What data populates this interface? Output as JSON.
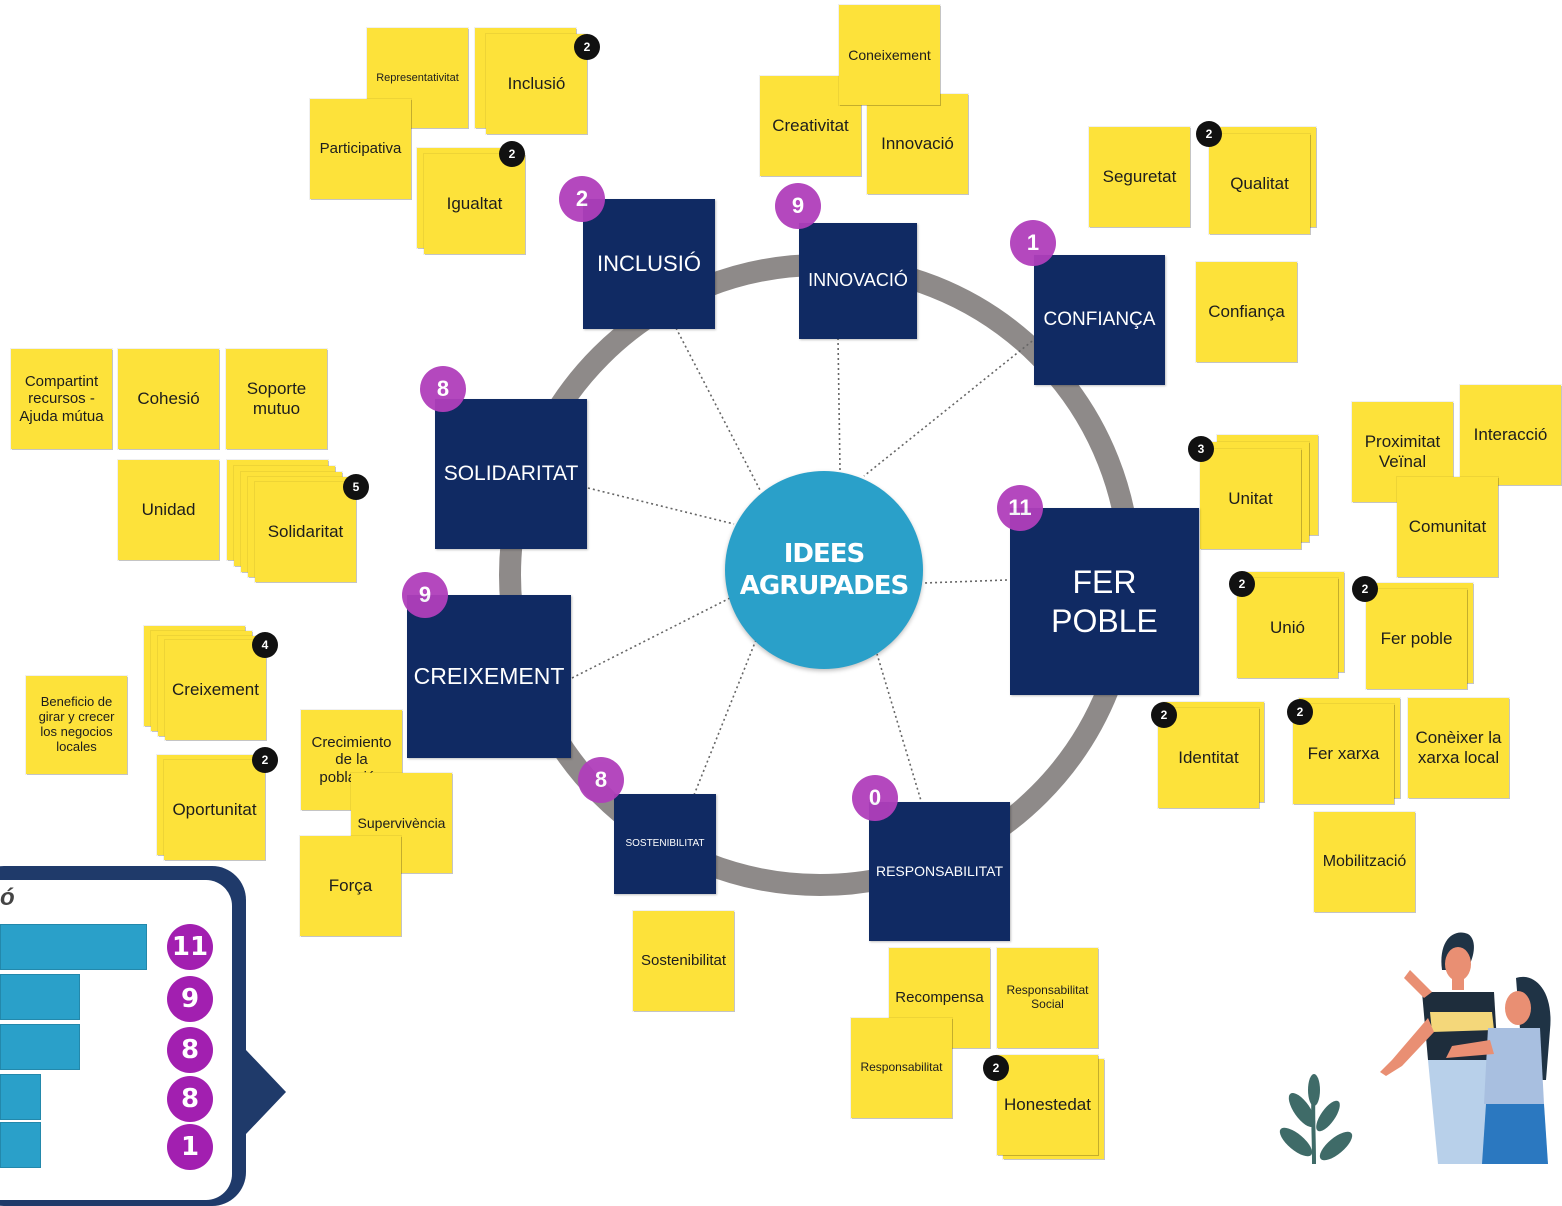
{
  "center": {
    "label": "IDEES\nAGRUPADES"
  },
  "colors": {
    "note": "#fde23a",
    "category": "#102a63",
    "count_badge": "#b03fbb",
    "center": "#2aa0c9",
    "ring": "#8e8a89",
    "panel": "#1f3a6a",
    "rank_bar": "#2aa0c9",
    "rank_badge": "#a21fb0"
  },
  "categories": [
    {
      "label": "INCLUSIÓ",
      "count": "2"
    },
    {
      "label": "INNOVACIÓ",
      "count": "9"
    },
    {
      "label": "CONFIANÇA",
      "count": "1"
    },
    {
      "label": "SOLIDARITAT",
      "count": "8"
    },
    {
      "label": "FER\nPOBLE",
      "count": "11"
    },
    {
      "label": "CREIXEMENT",
      "count": "9"
    },
    {
      "label": "SOSTENIBILITAT",
      "count": "8"
    },
    {
      "label": "RESPONSABILITAT",
      "count": "0"
    }
  ],
  "notes": [
    {
      "text": "Representativitat"
    },
    {
      "text": "Inclusió",
      "stack": "2"
    },
    {
      "text": "Participativa"
    },
    {
      "text": "Igualtat",
      "stack": "2"
    },
    {
      "text": "Coneixement"
    },
    {
      "text": "Creativitat"
    },
    {
      "text": "Innovació"
    },
    {
      "text": "Seguretat"
    },
    {
      "text": "Qualitat",
      "stack": "2"
    },
    {
      "text": "Confiança"
    },
    {
      "text": "Compartint recursos - Ajuda mútua"
    },
    {
      "text": "Cohesió"
    },
    {
      "text": "Soporte mutuo"
    },
    {
      "text": "Unidad"
    },
    {
      "text": "Solidaritat",
      "stack": "5"
    },
    {
      "text": "Proximitat Veïnal"
    },
    {
      "text": "Interacció"
    },
    {
      "text": "Unitat",
      "stack": "3"
    },
    {
      "text": "Comunitat"
    },
    {
      "text": "Unió",
      "stack": "2"
    },
    {
      "text": "Fer poble",
      "stack": "2"
    },
    {
      "text": "Identitat",
      "stack": "2"
    },
    {
      "text": "Fer xarxa",
      "stack": "2"
    },
    {
      "text": "Conèixer la xarxa local"
    },
    {
      "text": "Mobilització"
    },
    {
      "text": "Beneficio de girar y crecer los negocios locales"
    },
    {
      "text": "Creixement",
      "stack": "4"
    },
    {
      "text": "Oportunitat",
      "stack": "2"
    },
    {
      "text": "Crecimiento de la población"
    },
    {
      "text": "Supervivència"
    },
    {
      "text": "Força"
    },
    {
      "text": "Sostenibilitat"
    },
    {
      "text": "Recompensa"
    },
    {
      "text": "Responsabilitat Social"
    },
    {
      "text": "Responsabilitat"
    },
    {
      "text": "Honestedat",
      "stack": "2"
    }
  ],
  "ranking": {
    "title_fragment": "ó",
    "rows": [
      {
        "value": "11"
      },
      {
        "value": "9"
      },
      {
        "value": "8"
      },
      {
        "value": "8"
      },
      {
        "value": "1"
      }
    ]
  }
}
